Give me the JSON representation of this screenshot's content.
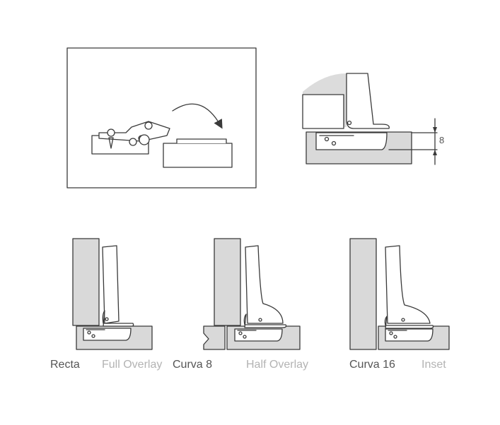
{
  "dimension_label": "8",
  "labels": [
    {
      "name": "Recta",
      "type": "Full Overlay"
    },
    {
      "name": "Curva 8",
      "type": "Half Overlay"
    },
    {
      "name": "Curva 16",
      "type": "Inset"
    }
  ],
  "colors": {
    "line": "#3a3a3a",
    "panel": "#d9d9d9",
    "name_text": "#555555",
    "type_text": "#b3b3b3"
  }
}
